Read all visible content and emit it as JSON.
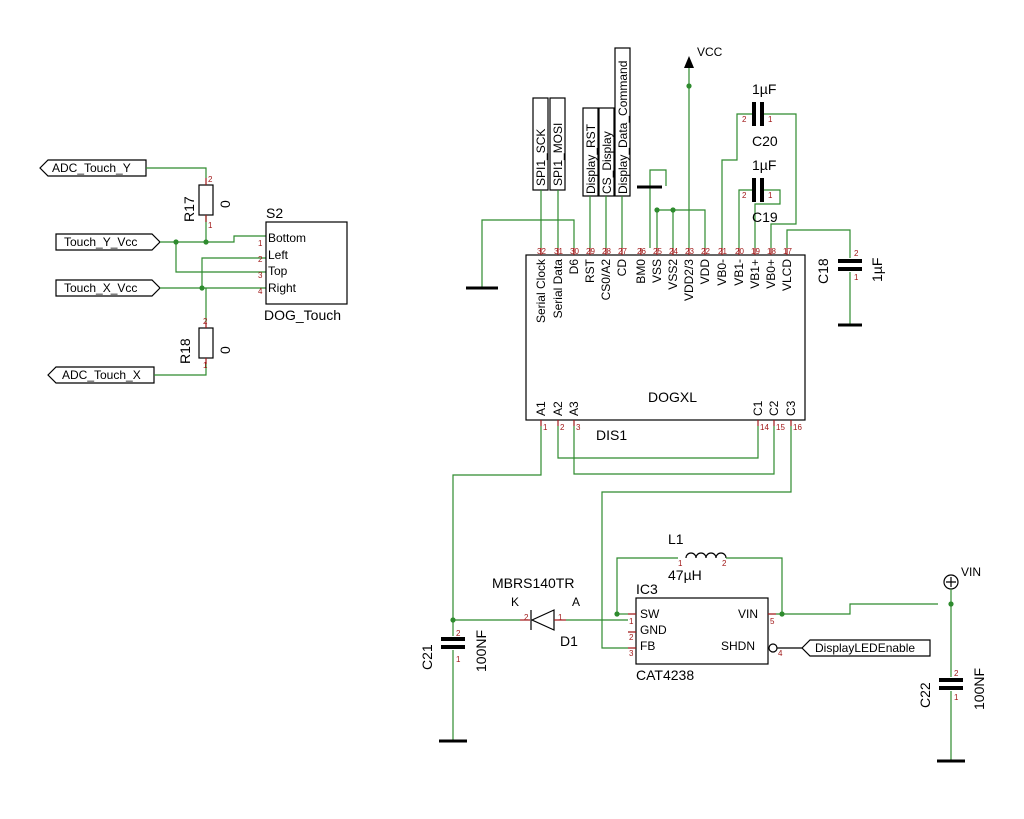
{
  "left": {
    "ports": [
      "ADC_Touch_Y",
      "Touch_Y_Vcc",
      "Touch_X_Vcc",
      "ADC_Touch_X"
    ],
    "r17": {
      "name": "R17",
      "value": "0",
      "pin_top": "2",
      "pin_bottom": "1"
    },
    "r18": {
      "name": "R18",
      "value": "0",
      "pin_top": "2",
      "pin_bottom": "1"
    },
    "s2": {
      "name": "S2",
      "value": "DOG_Touch",
      "pins": [
        "Bottom",
        "Left",
        "Top",
        "Right"
      ],
      "pin_nums": [
        "1",
        "2",
        "3",
        "4"
      ]
    }
  },
  "display": {
    "name": "DOGXL",
    "ref": "DIS1",
    "top_pins": [
      {
        "num": "32",
        "label": "Serial Clock"
      },
      {
        "num": "31",
        "label": "Serial Data"
      },
      {
        "num": "30",
        "label": "D6"
      },
      {
        "num": "29",
        "label": "RST"
      },
      {
        "num": "28",
        "label": "CS0/A2"
      },
      {
        "num": "27",
        "label": "CD"
      },
      {
        "num": "26",
        "label": "BM0"
      },
      {
        "num": "25",
        "label": "VSS"
      },
      {
        "num": "24",
        "label": "VSS2"
      },
      {
        "num": "23",
        "label": "VDD2/3"
      },
      {
        "num": "22",
        "label": "VDD"
      },
      {
        "num": "21",
        "label": "VB0-"
      },
      {
        "num": "20",
        "label": "VB1-"
      },
      {
        "num": "19",
        "label": "VB1+"
      },
      {
        "num": "18",
        "label": "VB0+"
      },
      {
        "num": "17",
        "label": "VLCD"
      }
    ],
    "bottom_pins": [
      {
        "num": "1",
        "label": "A1"
      },
      {
        "num": "2",
        "label": "A2"
      },
      {
        "num": "3",
        "label": "A3"
      },
      {
        "num": "14",
        "label": "C1"
      },
      {
        "num": "15",
        "label": "C2"
      },
      {
        "num": "16",
        "label": "C3"
      }
    ]
  },
  "signals": [
    "SPI1_SCK",
    "SPI1_MOSI",
    "Display_RST",
    "CS_Display",
    "Display_Data_Command"
  ],
  "vcc_label": "VCC",
  "vin_label": "VIN",
  "caps": {
    "c20": {
      "name": "C20",
      "value": "1µF",
      "pin_a": "2",
      "pin_b": "1"
    },
    "c19": {
      "name": "C19",
      "value": "1µF",
      "pin_a": "2",
      "pin_b": "1"
    },
    "c18": {
      "name": "C18",
      "value": "1µF",
      "pin_a": "2",
      "pin_b": "1"
    },
    "c21": {
      "name": "C21",
      "value": "100NF",
      "pin_a": "2",
      "pin_b": "1"
    },
    "c22": {
      "name": "C22",
      "value": "100NF",
      "pin_a": "2",
      "pin_b": "1"
    }
  },
  "inductor": {
    "name": "L1",
    "value": "47µH",
    "pin_a": "1",
    "pin_b": "2"
  },
  "diode": {
    "name": "D1",
    "part": "MBRS140TR",
    "k": "K",
    "a": "A",
    "pin_k": "2",
    "pin_a": "1"
  },
  "ic3": {
    "name": "IC3",
    "value": "CAT4238",
    "left_pins": [
      {
        "num": "1",
        "label": "SW"
      },
      {
        "num": "2",
        "label": "GND"
      },
      {
        "num": "3",
        "label": "FB"
      }
    ],
    "right_pins": [
      {
        "num": "5",
        "label": "VIN"
      },
      {
        "num": "4",
        "label": "SHDN"
      }
    ]
  },
  "enable_port": "DisplayLEDEnable"
}
